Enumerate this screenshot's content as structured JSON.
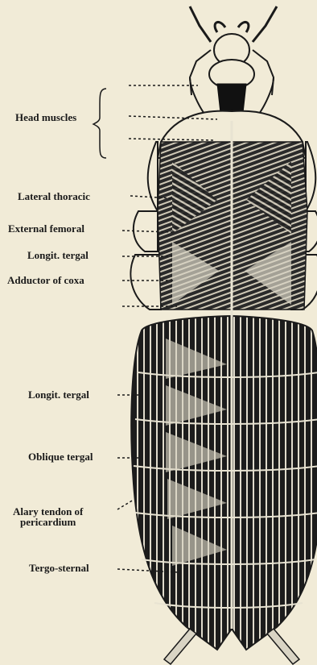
{
  "labels": {
    "head_muscles": "Head muscles",
    "lateral_thoracic": "Lateral thoracic",
    "external_femoral": "External femoral",
    "longit_tergal_1": "Longit. tergal",
    "adductor_coxa": "Adductor of coxa",
    "longit_tergal_2": "Longit. tergal",
    "oblique_tergal": "Oblique tergal",
    "alary_tendon_line1": "Alary tendon of",
    "alary_tendon_line2": "pericardium",
    "tergo_sternal": "Tergo-sternal"
  },
  "colors": {
    "paper": "#f1ebd7",
    "ink": "#1a1a1a",
    "muscle_light": "#d9d4c4",
    "muscle_dark": "#2a2a2a"
  }
}
